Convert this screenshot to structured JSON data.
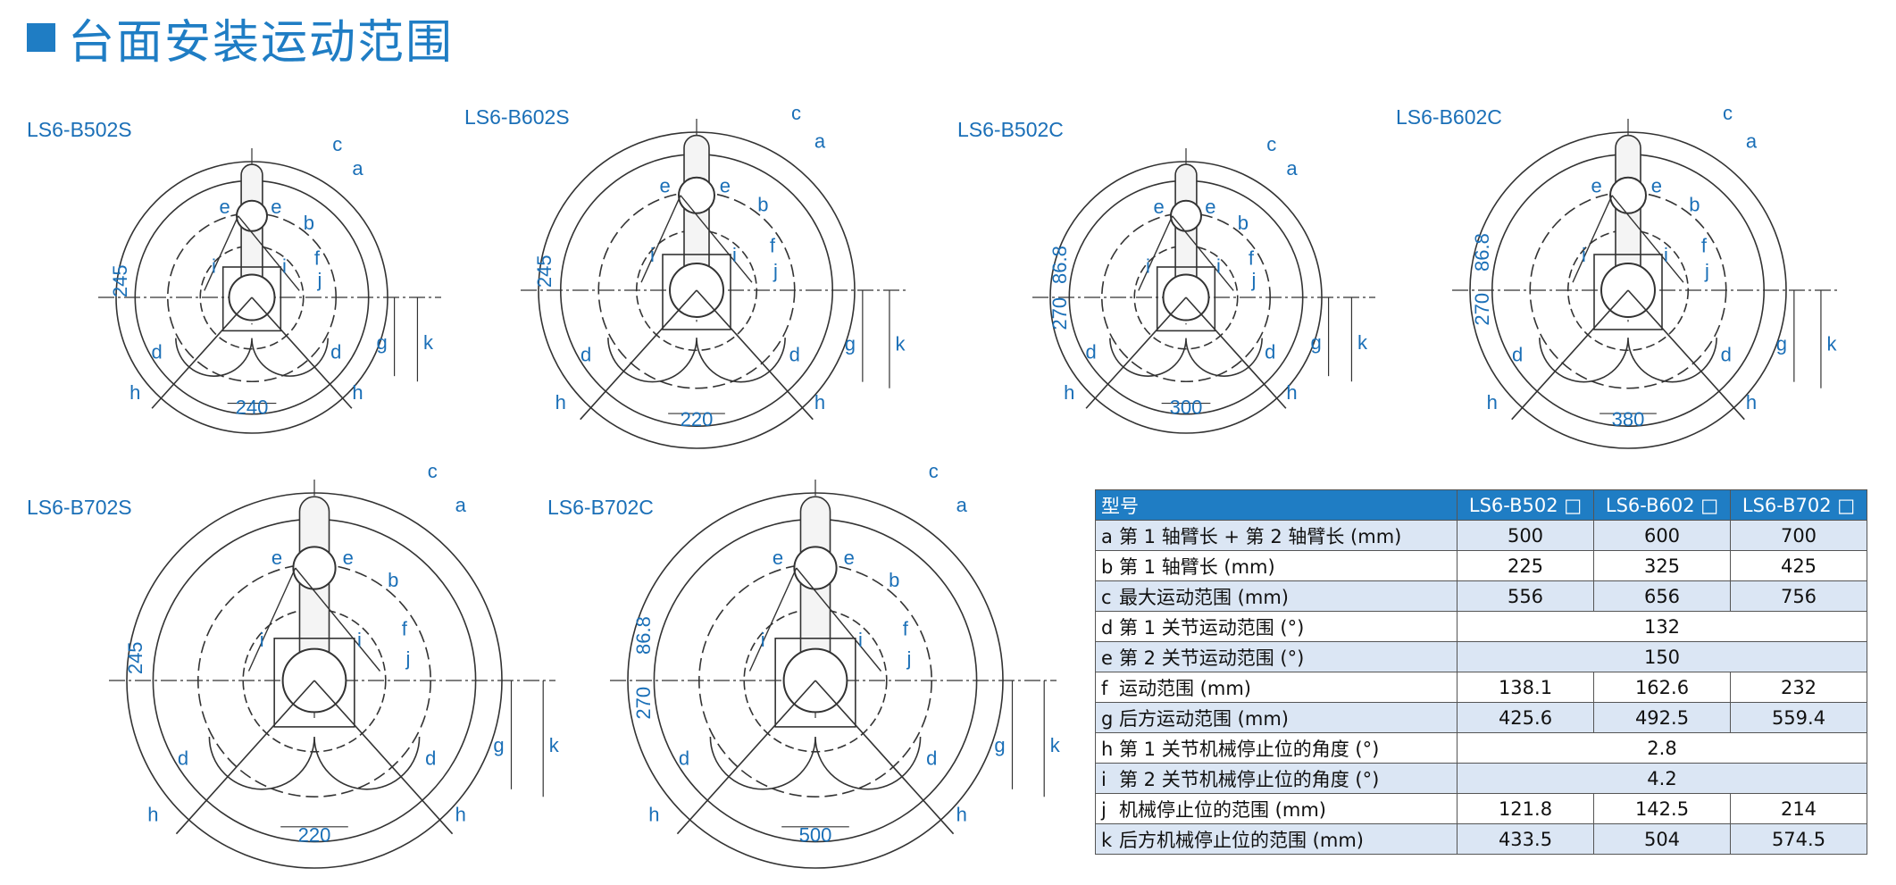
{
  "title": "台面安装运动范围",
  "diagrams": [
    {
      "label": "LS6-B502S",
      "dims": [
        "245",
        "240"
      ],
      "letters": [
        "a",
        "b",
        "c",
        "d",
        "d",
        "e",
        "e",
        "f",
        "g",
        "h",
        "h",
        "i",
        "i",
        "j",
        "k"
      ]
    },
    {
      "label": "LS6-B602S",
      "dims": [
        "245",
        "220"
      ],
      "letters": [
        "a",
        "b",
        "c",
        "d",
        "d",
        "e",
        "e",
        "f",
        "g",
        "h",
        "h",
        "i",
        "i",
        "j",
        "k"
      ]
    },
    {
      "label": "LS6-B502C",
      "dims": [
        "86.8",
        "270",
        "300"
      ],
      "letters": [
        "a",
        "b",
        "c",
        "d",
        "d",
        "e",
        "e",
        "f",
        "g",
        "h",
        "h",
        "i",
        "i",
        "j",
        "k"
      ]
    },
    {
      "label": "LS6-B602C",
      "dims": [
        "86.8",
        "270",
        "380"
      ],
      "letters": [
        "a",
        "b",
        "c",
        "d",
        "d",
        "e",
        "e",
        "f",
        "g",
        "h",
        "h",
        "i",
        "i",
        "j",
        "k"
      ]
    },
    {
      "label": "LS6-B702S",
      "dims": [
        "245",
        "220"
      ],
      "letters": [
        "a",
        "b",
        "c",
        "d",
        "d",
        "e",
        "e",
        "f",
        "g",
        "h",
        "h",
        "i",
        "i",
        "j",
        "k"
      ]
    },
    {
      "label": "LS6-B702C",
      "dims": [
        "86.8",
        "270",
        "500"
      ],
      "letters": [
        "a",
        "b",
        "c",
        "d",
        "d",
        "e",
        "e",
        "f",
        "g",
        "h",
        "h",
        "i",
        "i",
        "j",
        "k"
      ]
    }
  ],
  "table": {
    "headers": [
      "型号",
      "LS6-B502 □",
      "LS6-B602 □",
      "LS6-B702 □"
    ],
    "rows": [
      {
        "key": "a",
        "label": "第 1 轴臂长 + 第 2 轴臂长 (mm)",
        "values": [
          "500",
          "600",
          "700"
        ]
      },
      {
        "key": "b",
        "label": "第 1 轴臂长 (mm)",
        "values": [
          "225",
          "325",
          "425"
        ]
      },
      {
        "key": "c",
        "label": "最大运动范围 (mm)",
        "values": [
          "556",
          "656",
          "756"
        ]
      },
      {
        "key": "d",
        "label": "第 1 关节运动范围 (°)",
        "merged": "132"
      },
      {
        "key": "e",
        "label": "第 2 关节运动范围 (°)",
        "merged": "150"
      },
      {
        "key": "f",
        "label": "运动范围 (mm)",
        "values": [
          "138.1",
          "162.6",
          "232"
        ]
      },
      {
        "key": "g",
        "label": "后方运动范围 (mm)",
        "values": [
          "425.6",
          "492.5",
          "559.4"
        ]
      },
      {
        "key": "h",
        "label": "第 1 关节机械停止位的角度 (°)",
        "merged": "2.8"
      },
      {
        "key": "i",
        "label": "第 2 关节机械停止位的角度 (°)",
        "merged": "4.2"
      },
      {
        "key": "j",
        "label": "机械停止位的范围 (mm)",
        "values": [
          "121.8",
          "142.5",
          "214"
        ]
      },
      {
        "key": "k",
        "label": "后方机械停止位的范围 (mm)",
        "values": [
          "433.5",
          "504",
          "574.5"
        ]
      }
    ]
  },
  "colors": {
    "accent": "#1f7dc4",
    "label": "#1a6fb7",
    "line": "#333333",
    "row_alt": "#dbe6f4"
  }
}
